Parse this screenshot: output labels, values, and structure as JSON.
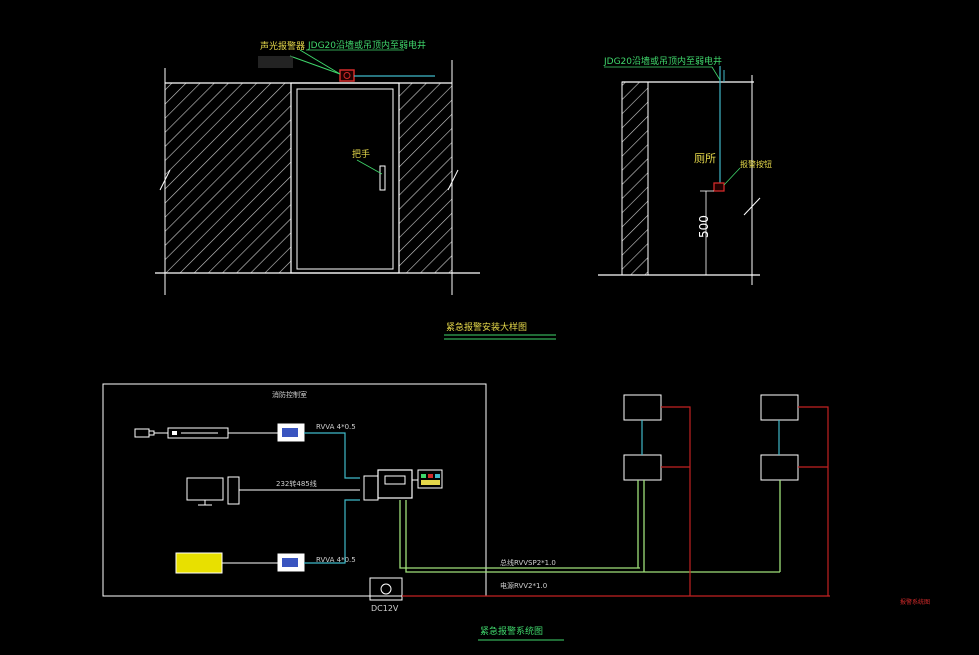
{
  "front_elevation": {
    "alarm_label": "声光报警器",
    "conduit_label": "JDG20沿墙或吊顶内至弱电井",
    "handle_label": "把手"
  },
  "side_elevation": {
    "conduit_label": "JDG20沿墙或吊顶内至弱电井",
    "room_label": "厕所",
    "button_label": "报警按钮",
    "dimension": "500"
  },
  "installation_title": "紧急报警安装大样图",
  "system_box": {
    "title": "消防控制室",
    "cable_top": "RVVA 4*0.5",
    "cable_mid": "232转485线",
    "cable_bottom": "RVVA 4*0.5",
    "power_label": "DC12V"
  },
  "bus_labels": {
    "signal": "总线RVVSP2*1.0",
    "power": "电源RVV2*1.0"
  },
  "system_title": "紧急报警系统图",
  "stamp": "报警系统图",
  "colors": {
    "wall_line": "#ffffff",
    "hatch": "#cfcfcf",
    "door_frame": "#ffffff",
    "signal_wire": "#9fe07a",
    "power_wire": "#c22222",
    "cyan_wire": "#3fb9c9",
    "label_yellow": "#e5d84a",
    "label_green": "#3fd66b",
    "display_fill": "#e8e000"
  }
}
